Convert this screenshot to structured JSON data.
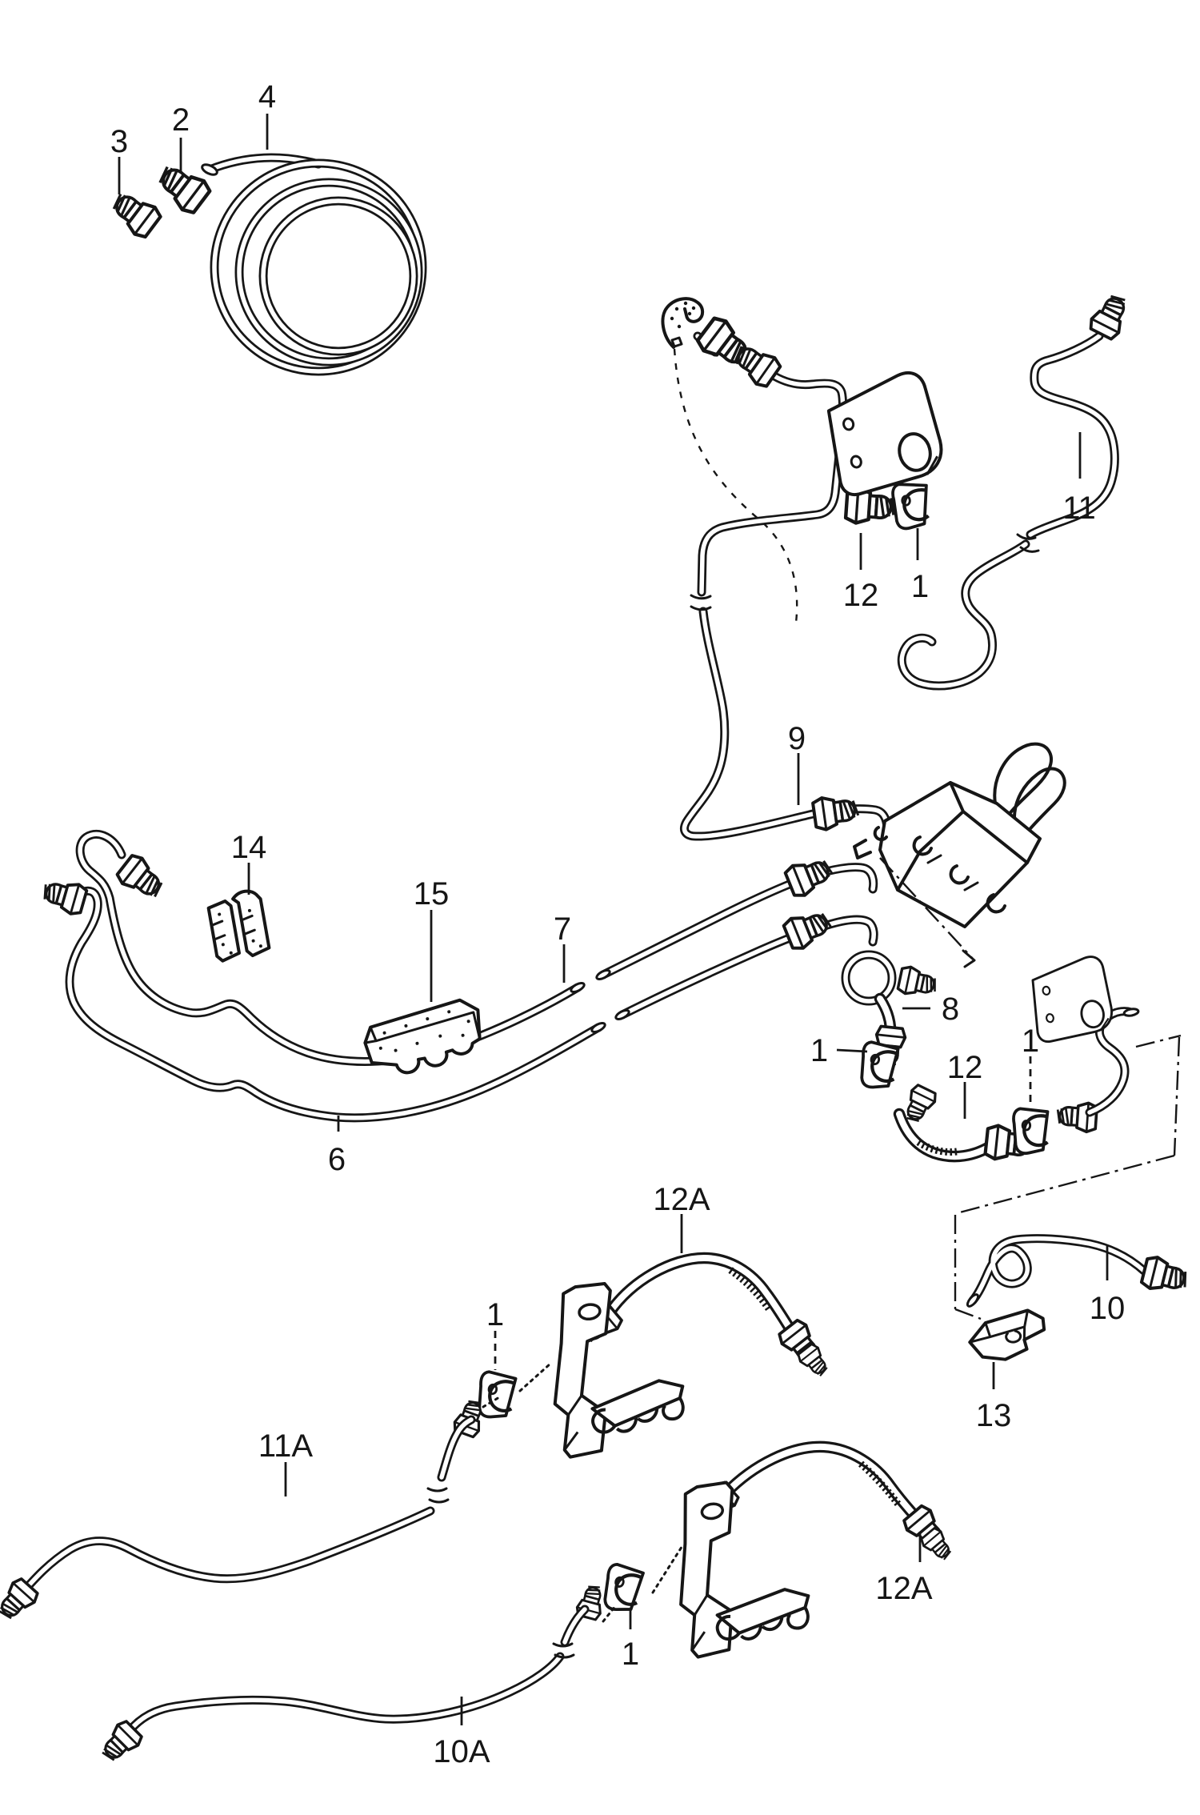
{
  "figure": {
    "kind": "exploded-parts-diagram",
    "subject": "brake pipes, hoses, fittings, clips and brackets",
    "background_color": "#ffffff",
    "line_color": "#161616"
  },
  "callouts": [
    {
      "label": "3"
    },
    {
      "label": "2"
    },
    {
      "label": "4"
    },
    {
      "label": "11"
    },
    {
      "label": "12"
    },
    {
      "label": "1"
    },
    {
      "label": "9"
    },
    {
      "label": "14"
    },
    {
      "label": "15"
    },
    {
      "label": "7"
    },
    {
      "label": "6"
    },
    {
      "label": "8"
    },
    {
      "label": "1"
    },
    {
      "label": "12"
    },
    {
      "label": "1"
    },
    {
      "label": "10"
    },
    {
      "label": "13"
    },
    {
      "label": "12A"
    },
    {
      "label": "1"
    },
    {
      "label": "11A"
    },
    {
      "label": "12A"
    },
    {
      "label": "1"
    },
    {
      "label": "10A"
    }
  ]
}
